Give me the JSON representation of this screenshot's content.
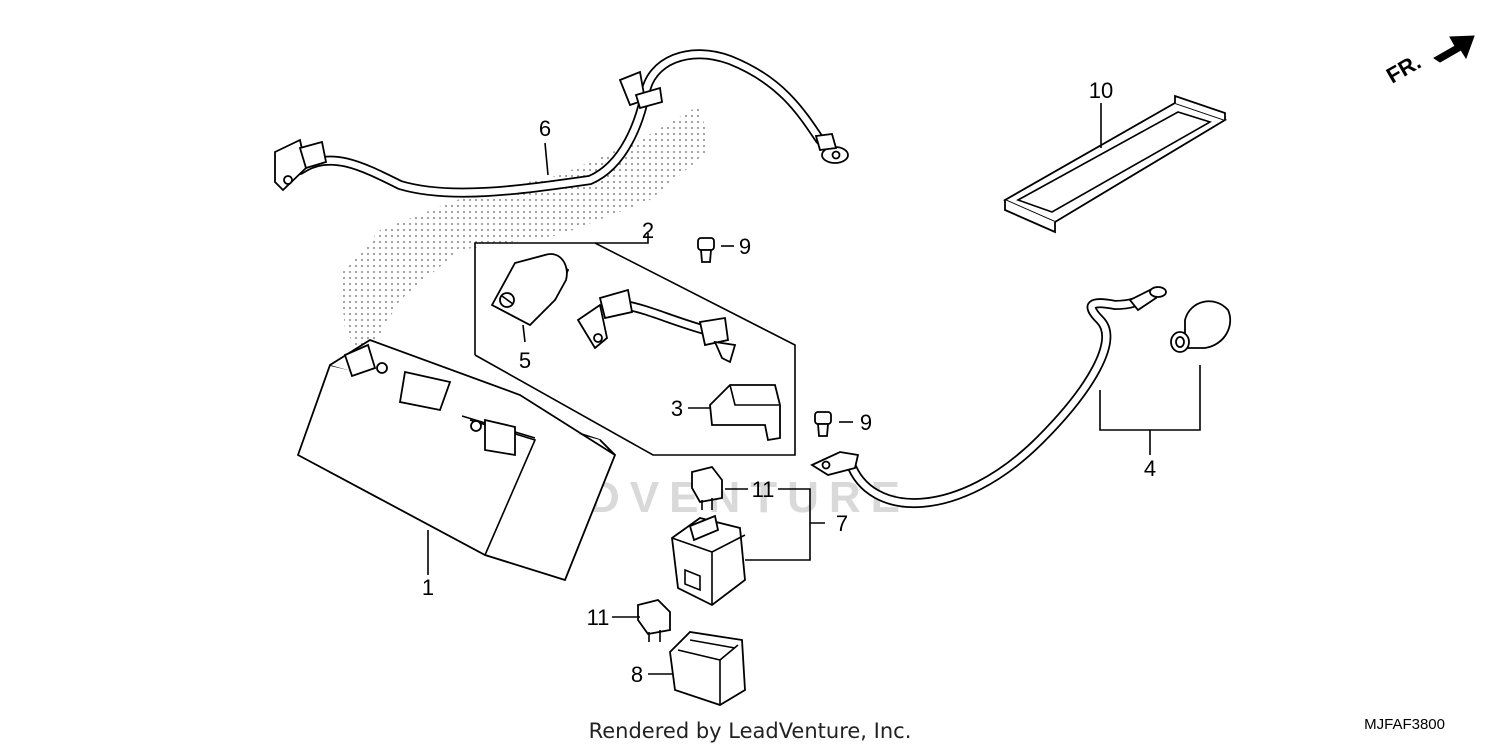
{
  "diagram": {
    "callouts": {
      "c1": "1",
      "c2": "2",
      "c3": "3",
      "c4": "4",
      "c5": "5",
      "c6": "6",
      "c7": "7",
      "c8": "8",
      "c9a": "9",
      "c9b": "9",
      "c10": "10",
      "c11a": "11",
      "c11b": "11"
    },
    "direction_label": "FR.",
    "watermark": "LEADVENTURE",
    "footer_text": "Rendered by LeadVenture, Inc.",
    "diagram_code": "MJFAF3800"
  }
}
